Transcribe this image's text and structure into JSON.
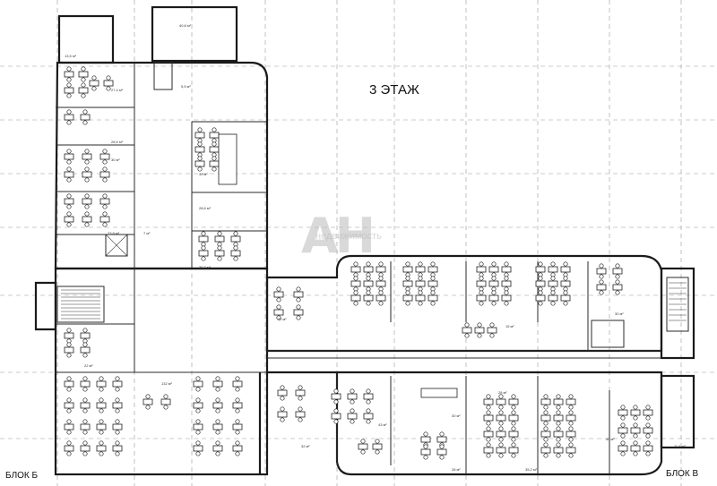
{
  "title": "3 ЭТАЖ",
  "blocks": {
    "left": "БЛОК Б",
    "right": "БЛОК В"
  },
  "watermark": {
    "logo": "AH",
    "text": "недвижимость"
  },
  "areas": [
    {
      "id": "a1",
      "text": "40,8 м²"
    },
    {
      "id": "a2",
      "text": "13,5 м²"
    },
    {
      "id": "a3",
      "text": "27,4 м²"
    },
    {
      "id": "a4",
      "text": "5,5 м²"
    },
    {
      "id": "a5",
      "text": "28,5 м²"
    },
    {
      "id": "a6",
      "text": "30 м²"
    },
    {
      "id": "a7",
      "text": "39 м²"
    },
    {
      "id": "a8",
      "text": "28,6 м²"
    },
    {
      "id": "a9",
      "text": "23,8 м²"
    },
    {
      "id": "a10",
      "text": "7 м²"
    },
    {
      "id": "a11",
      "text": "30,7 м²"
    },
    {
      "id": "a12",
      "text": "22 м²"
    },
    {
      "id": "a13",
      "text": "15 м²"
    },
    {
      "id": "a14",
      "text": "30 м²"
    },
    {
      "id": "a15",
      "text": "22 м²"
    },
    {
      "id": "a16",
      "text": "132 м²"
    },
    {
      "id": "a17",
      "text": "43 м²"
    },
    {
      "id": "a18",
      "text": "32 м²"
    },
    {
      "id": "a19",
      "text": "30 м²"
    },
    {
      "id": "a20",
      "text": "28 м²"
    },
    {
      "id": "a21",
      "text": "28 м²"
    },
    {
      "id": "a22",
      "text": "35,2 м²"
    },
    {
      "id": "a23",
      "text": "40 м²"
    },
    {
      "id": "a24",
      "text": "11,4 м²"
    }
  ]
}
